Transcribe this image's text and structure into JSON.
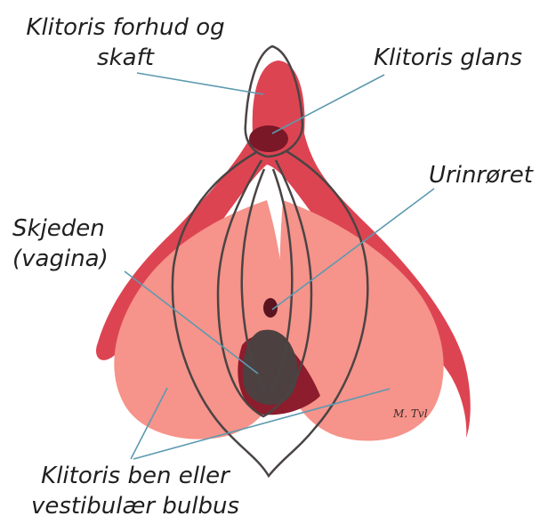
{
  "labels": {
    "prepuce_shaft_line1": "Klitoris forhud og",
    "prepuce_shaft_line2": "skaft",
    "glans": "Klitoris glans",
    "urethra": "Urinrøret",
    "vagina_line1": "Skjeden",
    "vagina_line2": "(vagina)",
    "crura_bulbs_line1": "Klitoris ben eller",
    "crura_bulbs_line2": "vestibulær bulbus"
  },
  "signature": "M. Tvl",
  "colors": {
    "clitoris_red": "#dd4452",
    "bulb_pink": "#f6938a",
    "glans_dark": "#7a1828",
    "vagina_gray": "#4d4040",
    "outline": "#4a4444",
    "leader_line": "#5c9ab0"
  }
}
